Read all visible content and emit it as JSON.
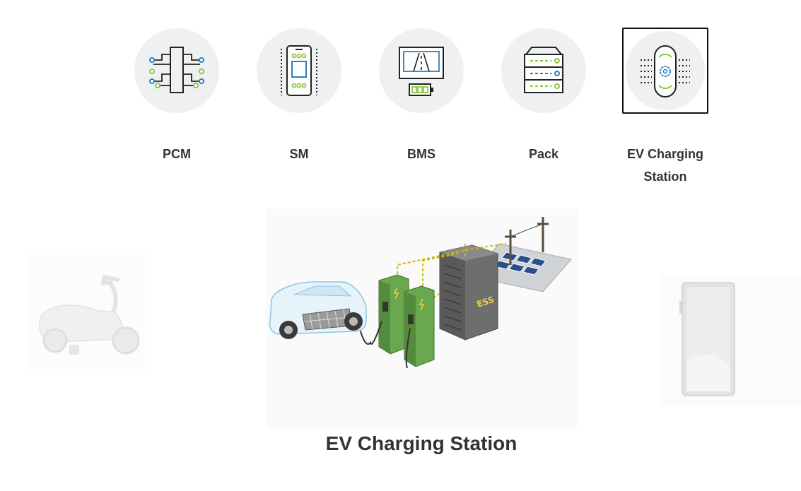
{
  "tabs": [
    {
      "label": "PCM",
      "icon": "circuit-chip-icon"
    },
    {
      "label": "SM",
      "icon": "smartphone-icon"
    },
    {
      "label": "BMS",
      "icon": "battery-monitor-icon"
    },
    {
      "label": "Pack",
      "icon": "server-rack-icon"
    },
    {
      "label": "EV Charging Station",
      "icon": "charging-station-icon",
      "active": true
    }
  ],
  "tab_labels": {
    "t0": "PCM",
    "t1": "SM",
    "t2": "BMS",
    "t3": "Pack",
    "t4a": "EV Charging",
    "t4b": "Station"
  },
  "scene": {
    "caption": "EV Charging Station",
    "ess_text": "ESS"
  },
  "colors": {
    "accent_green": "#8cc63f",
    "accent_blue": "#2b7fc1",
    "station_green": "#6aa84f",
    "dark_line": "#222222"
  }
}
